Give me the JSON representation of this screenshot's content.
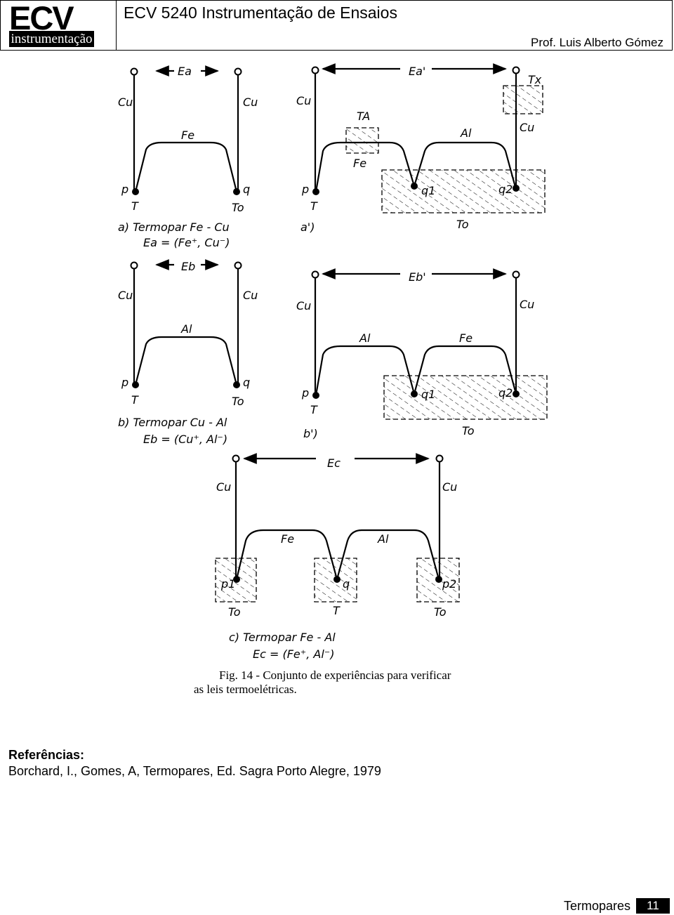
{
  "header": {
    "logo_text": "ECV",
    "logo_subtext": "instrumentação",
    "title": "ECV 5240 Instrumentação de Ensaios",
    "author": "Prof. Luis Alberto Gómez"
  },
  "figure": {
    "a": {
      "emf": "Ea",
      "wire_left": "Cu",
      "wire_right": "Cu",
      "arch": "Fe",
      "junction_left": "p",
      "junction_right": "q",
      "temp_left": "T",
      "temp_right": "To",
      "caption_line1": "a)  Termopar  Fe - Cu",
      "caption_line2": "Ea = (Fe⁺, Cu⁻)"
    },
    "a_prime": {
      "emf": "Ea'",
      "wire_left": "Cu",
      "wire_right": "Cu",
      "arch1": "Fe",
      "arch2": "Al",
      "box_left": "TA",
      "box_right": "Tx",
      "junction_left": "p",
      "temp_left": "T",
      "q1": "q1",
      "q2": "q2",
      "bath_temp": "To",
      "caption": "a')"
    },
    "b": {
      "emf": "Eb",
      "wire_left": "Cu",
      "wire_right": "Cu",
      "arch": "Al",
      "junction_left": "p",
      "junction_right": "q",
      "temp_left": "T",
      "temp_right": "To",
      "caption_line1": "b)  Termopar  Cu - Al",
      "caption_line2": "Eb = (Cu⁺, Al⁻)"
    },
    "b_prime": {
      "emf": "Eb'",
      "wire_left": "Cu",
      "wire_right": "Cu",
      "arch1": "Al",
      "arch2": "Fe",
      "junction_left": "p",
      "temp_left": "T",
      "q1": "q1",
      "q2": "q2",
      "bath_temp": "To",
      "caption": "b')"
    },
    "c": {
      "emf": "Ec",
      "wire_left": "Cu",
      "wire_right": "Cu",
      "arch1": "Fe",
      "arch2": "Al",
      "p1": "p1",
      "q": "q",
      "p2": "p2",
      "temp_left": "To",
      "temp_mid": "T",
      "temp_right": "To",
      "caption_line1": "c)  Termopar  Fe - Al",
      "caption_line2": "Ec = (Fe⁺, Al⁻)"
    },
    "caption_line1": "Fig. 14 - Conjunto de experiências para verificar",
    "caption_line2": "as leis termoelétricas."
  },
  "references": {
    "title": "Referências:",
    "entry": "Borchard, I., Gomes, A,  Termopares, Ed. Sagra Porto Alegre, 1979"
  },
  "footer": {
    "label": "Termopares",
    "page": "11"
  }
}
